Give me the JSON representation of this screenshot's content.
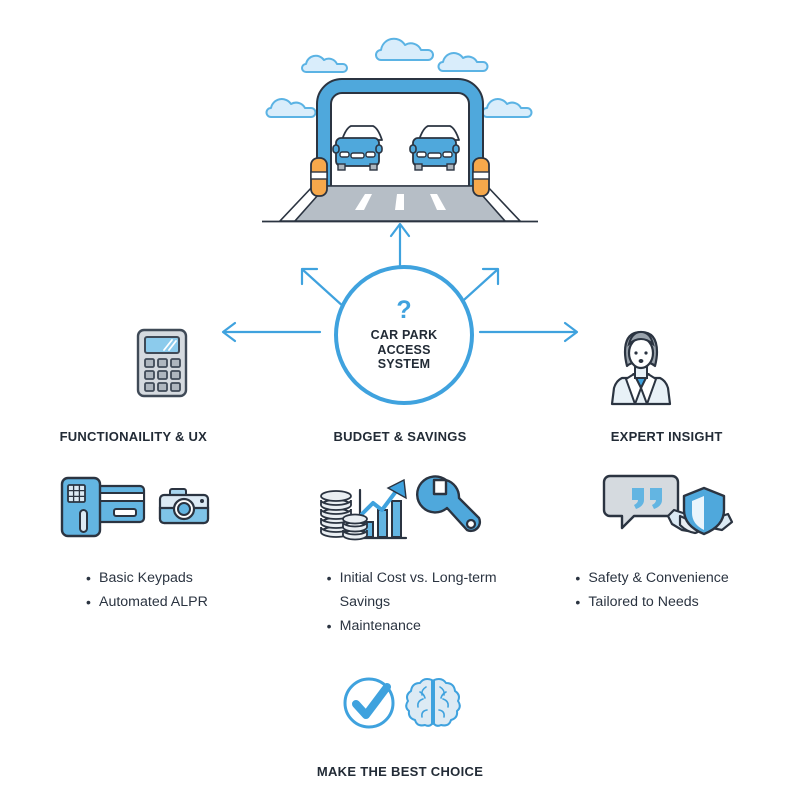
{
  "hero": {
    "name": "car-park-entry-illustration",
    "elements": [
      "cloud",
      "cloud",
      "cloud",
      "cloud",
      "cloud",
      "gantry-arch",
      "car",
      "car",
      "bollard",
      "bollard",
      "road"
    ]
  },
  "hub": {
    "question_mark": "?",
    "line1": "CAR PARK",
    "line2": "ACCESS",
    "line3": "SYSTEM",
    "border_color": "#3FA2DE",
    "text_color": "#222b36"
  },
  "arrows": {
    "directions": [
      "up",
      "up-left",
      "up-right",
      "left",
      "right"
    ],
    "color": "#3FA2DE"
  },
  "mid_icons": {
    "left": "calculator-icon",
    "right": "expert-person-icon"
  },
  "columns": [
    {
      "id": "functionality",
      "title": "FUNCTIONAILITY & UX",
      "icons": [
        "keypad-card-reader-icon",
        "camera-icon"
      ],
      "bullets": [
        "Basic Keypads",
        "Automated ALPR"
      ]
    },
    {
      "id": "budget",
      "title": "BUDGET & SAVINGS",
      "icons": [
        "coins-growth-chart-icon",
        "wrench-icon"
      ],
      "bullets": [
        "Initial Cost vs. Long-term Savings",
        "Maintenance"
      ]
    },
    {
      "id": "expert",
      "title": "EXPERT INSIGHT",
      "icons": [
        "quote-bubble-shield-handshake-icon"
      ],
      "bullets": [
        "Safety & Convenience",
        "Tailored to Needs"
      ]
    }
  ],
  "footer": {
    "icons": [
      "check-circle-icon",
      "brain-icon"
    ],
    "title": "MAKE THE BEST CHOICE"
  },
  "palette": {
    "blue": "#4FA8DC",
    "blue_mid": "#3FA2DE",
    "blue_light": "#BFE2F5",
    "blue_pale": "#E4F2FB",
    "navy": "#2b3441",
    "gray": "#AEB6BE",
    "gray_light": "#D5DADF",
    "orange": "#F6A84B",
    "white": "#FFFFFF"
  }
}
